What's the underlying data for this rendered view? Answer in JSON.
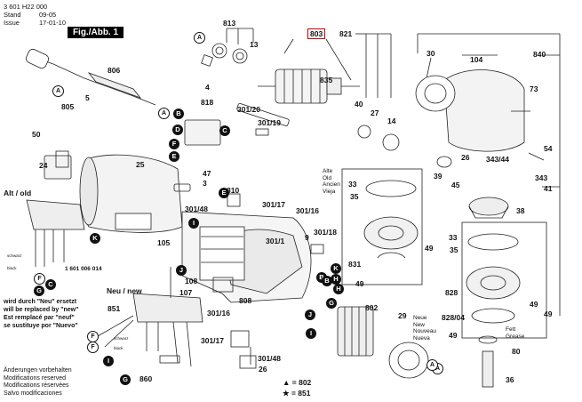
{
  "header": {
    "doc_number": "3 601 H22 000",
    "stand_label": "Stand",
    "stand_date": "09-05",
    "issue_label": "Issue",
    "issue_date": "17-01-10",
    "figure": "Fig./Abb. 1"
  },
  "variants": {
    "old_title": "Alt / old",
    "old_part": "1 601 006 014",
    "new_title": "Neu / new",
    "old_stack": [
      "Alte",
      "Old",
      "Ancien",
      "Vieja"
    ],
    "new_stack": [
      "Neue",
      "New",
      "Nouveau",
      "Nueva"
    ]
  },
  "replacement_note": [
    "wird durch \"Neu\" ersetzt",
    "will be replaced by \"new\"",
    "Est remplacé par \"neuf\"",
    "se sustituye por \"Nuevo\""
  ],
  "modifications_note": [
    "Änderungen vorbehalten",
    "Modifications reserved",
    "Modifications réservées",
    "Salvo modificaciones"
  ],
  "legend": {
    "triangle": "▲ = 802",
    "star": "★ = 851"
  },
  "grease": [
    "Fett",
    "Grease"
  ],
  "wire_labels": [
    "schwarz",
    "black",
    "schwarz",
    "black"
  ],
  "part_numbers": {
    "p813": "813",
    "p803": "803",
    "p821": "821",
    "p840": "840",
    "p104": "104",
    "p13": "13",
    "p30": "30",
    "p835": "835",
    "p806": "806",
    "p5": "5",
    "p805": "805",
    "p4": "4",
    "p818": "818",
    "p301_20": "301/20",
    "p301_19": "301/19",
    "p40": "40",
    "p27": "27",
    "p14": "14",
    "p73": "73",
    "p50": "50",
    "p24": "24",
    "p25": "25",
    "p47": "47",
    "p3": "3",
    "p810": "810",
    "p301_48": "301/48",
    "p301_17": "301/17",
    "p301_16": "301/16",
    "p105": "105",
    "p301_1": "301/1",
    "p9": "9",
    "p301_18": "301/18",
    "p33": "33",
    "p35": "35",
    "p49": "49",
    "p831": "831",
    "p108": "108",
    "p107": "107",
    "p851": "851",
    "p808": "808",
    "p802": "802",
    "p29": "29",
    "p26": "26",
    "p39": "39",
    "p45": "45",
    "p343_44": "343/44",
    "p54": "54",
    "p343": "343",
    "p41": "41",
    "p38": "38",
    "p828": "828",
    "p828_04": "828/04",
    "p80": "80",
    "p860": "860",
    "p36": "36"
  },
  "callouts": {
    "A": "A",
    "B": "B",
    "C": "C",
    "D": "D",
    "E": "E",
    "F": "F",
    "G": "G",
    "H": "H",
    "I": "I",
    "J": "J",
    "K": "K"
  }
}
